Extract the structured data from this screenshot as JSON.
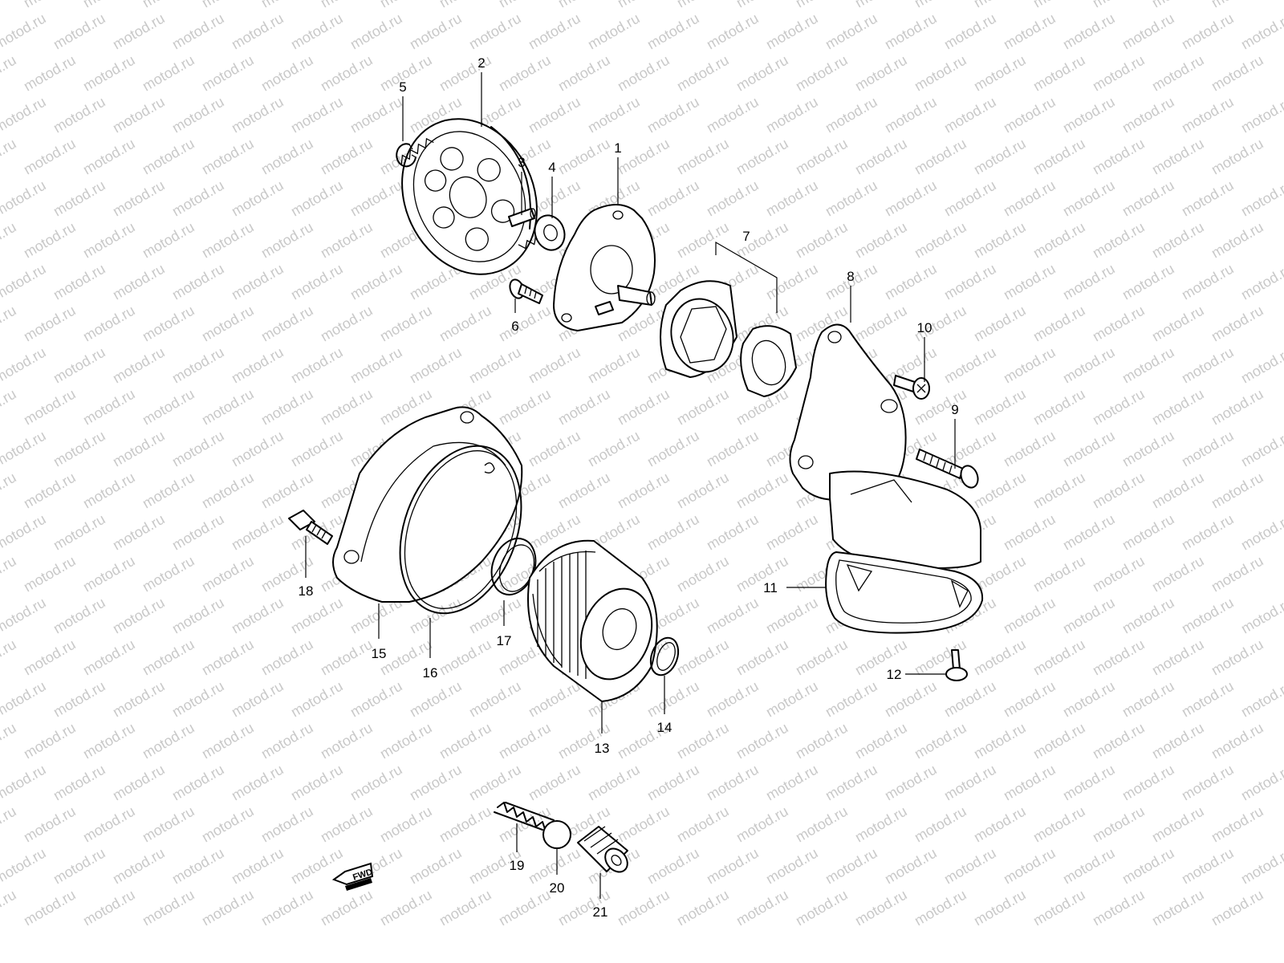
{
  "watermark": {
    "text": "motod.ru",
    "color": "#c9c9c9"
  },
  "direction_badge": {
    "label": "FWD",
    "icon": "fwd-arrow-icon"
  },
  "callouts": [
    {
      "label": "1"
    },
    {
      "label": "2"
    },
    {
      "label": "3"
    },
    {
      "label": "4"
    },
    {
      "label": "5"
    },
    {
      "label": "6"
    },
    {
      "label": "7"
    },
    {
      "label": "8"
    },
    {
      "label": "9"
    },
    {
      "label": "10"
    },
    {
      "label": "11"
    },
    {
      "label": "12"
    },
    {
      "label": "13"
    },
    {
      "label": "14"
    },
    {
      "label": "15"
    },
    {
      "label": "16"
    },
    {
      "label": "17"
    },
    {
      "label": "18"
    },
    {
      "label": "19"
    },
    {
      "label": "20"
    },
    {
      "label": "21"
    }
  ]
}
